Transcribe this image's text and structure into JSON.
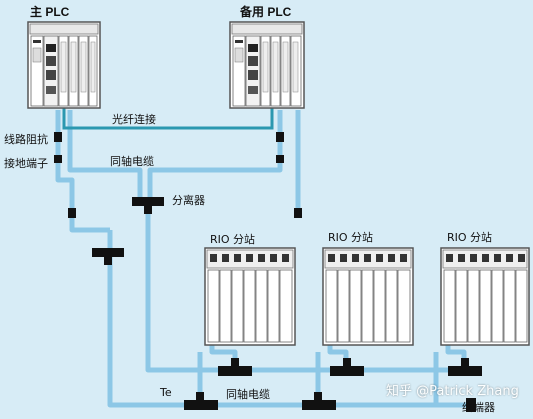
{
  "labels": {
    "main_plc": "主 PLC",
    "backup_plc": "备用 PLC",
    "fiber_link": "光纤连接",
    "line_terminator": "线路阻抗",
    "ground_terminal": "接地端子",
    "coax_cable_top": "同轴电缆",
    "splitter": "分离器",
    "rio_station_1": "RIO 分站",
    "rio_station_2": "RIO 分站",
    "rio_station_3": "RIO 分站",
    "te": "Te",
    "coax_cable_bottom": "同轴电缆",
    "terminator": "终端器",
    "watermark": "知乎 @Patrick Zhang"
  },
  "colors": {
    "background": "#d7ecf6",
    "coax": "#8cc7e6",
    "fiber": "#2b98b0",
    "device_body": "#ffffff",
    "device_outline": "#555555",
    "connector": "#111111"
  }
}
